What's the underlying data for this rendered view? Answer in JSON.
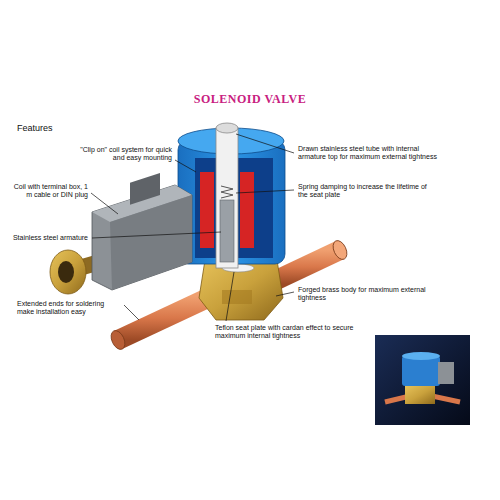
{
  "diagram": {
    "title": "SOLENOID VALVE",
    "labels": [
      "Features",
      "\"Clip on\" coil system for quick and easy mounting",
      "Drawn stainless steel tube with internal armature top for maximum external tightness",
      "Coil with terminal box, 1 m cable or DIN plug",
      "Spring damping to increase the lifetime of the seat plate",
      "Stainless steel armature",
      "Forged brass body for maximum external tightness",
      "Extended ends for soldering make installation easy",
      "Teflon seat plate with cardan effect to secure maximum internal tightness"
    ]
  }
}
